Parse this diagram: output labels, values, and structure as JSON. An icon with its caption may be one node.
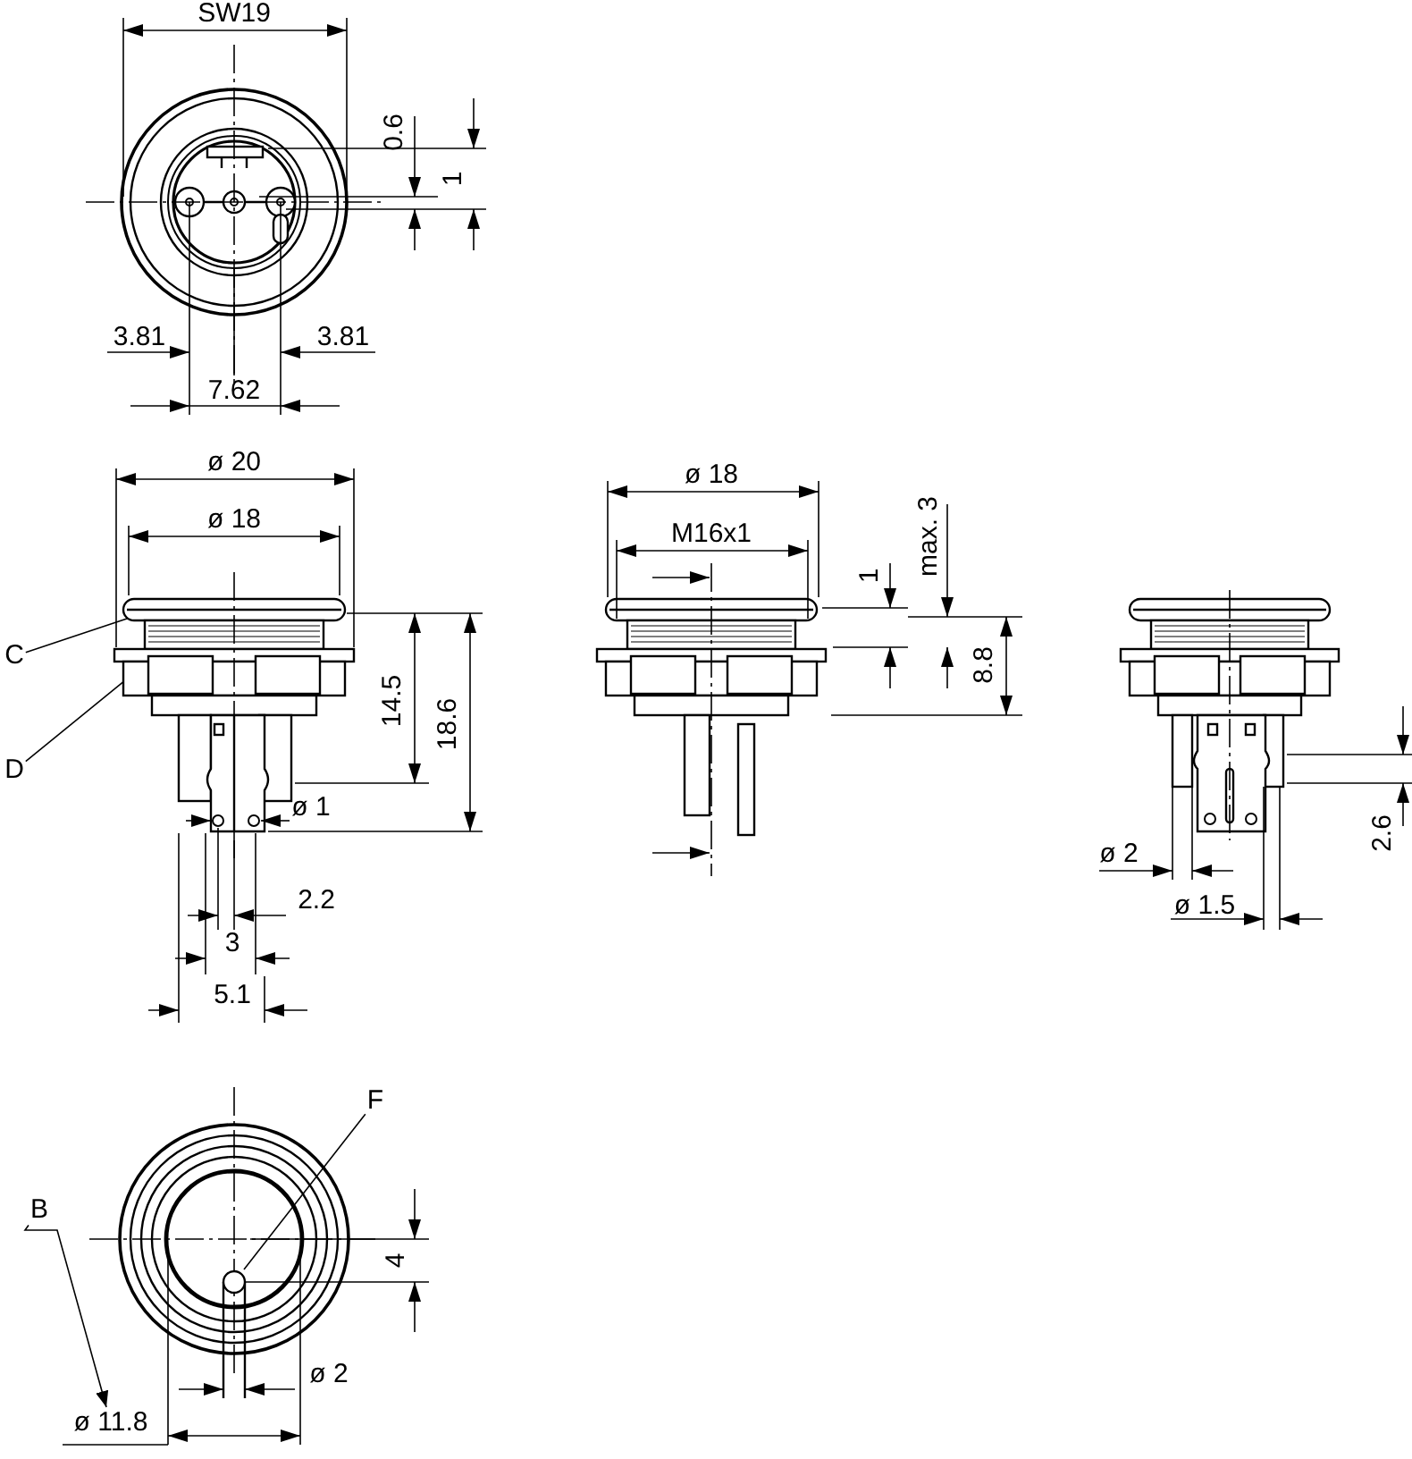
{
  "diagram": {
    "nodes": [
      {
        "text": [
          "C"
        ]
      },
      {
        "text": [
          "D"
        ]
      },
      {
        "text": [
          "F"
        ]
      },
      {
        "text": [
          "B"
        ]
      },
      {
        "text": [],
        "shape": "circle"
      },
      {
        "text": [
          "ø 11.8"
        ]
      }
    ],
    "edges": [
      {
        "from": 0,
        "to": null,
        "arrow": "other"
      },
      {
        "from": 1,
        "to": null,
        "arrow": "other"
      },
      {
        "from": 2,
        "to": 4,
        "arrow": "none"
      },
      {
        "from": 3,
        "to": 5,
        "arrow": "to"
      }
    ],
    "labels": [
      "SW19",
      "0.6",
      "1",
      "3.81",
      "3.81",
      "7.62",
      "ø 20",
      "ø 18",
      "14.5",
      "18.6",
      "ø 1",
      "2.2",
      "3",
      "5.1",
      "ø 18",
      "M16x1",
      "1",
      "max. 3",
      "8.8",
      "2.6",
      "ø 2",
      "ø 1.5",
      "4",
      "ø 2"
    ]
  }
}
